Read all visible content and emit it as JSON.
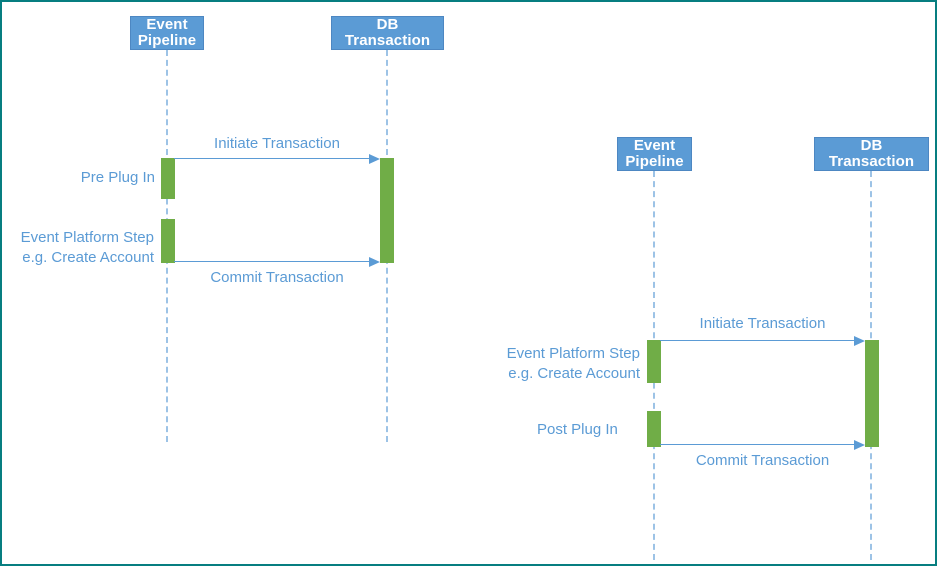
{
  "colors": {
    "accent_blue": "#5B9BD5",
    "lifeline_blue": "#9DC3E6",
    "activation_green": "#70AD47",
    "frame_teal": "#077E80",
    "actor_text": "#FFFFFF",
    "background": "#FFFFFF"
  },
  "diagrams": {
    "left": {
      "actors": {
        "event_pipeline": {
          "line1": "Event",
          "line2": "Pipeline"
        },
        "db_transaction": {
          "line1": "DB",
          "line2": "Transaction"
        }
      },
      "messages": {
        "initiate": "Initiate Transaction",
        "commit": "Commit Transaction"
      },
      "activations": {
        "pre_plugin": "Pre Plug In",
        "platform_step_line1": "Event Platform Step",
        "platform_step_line2": "e.g. Create Account"
      }
    },
    "right": {
      "actors": {
        "event_pipeline": {
          "line1": "Event",
          "line2": "Pipeline"
        },
        "db_transaction": {
          "line1": "DB",
          "line2": "Transaction"
        }
      },
      "messages": {
        "initiate": "Initiate Transaction",
        "commit": "Commit Transaction"
      },
      "activations": {
        "platform_step_line1": "Event Platform Step",
        "platform_step_line2": "e.g. Create Account",
        "post_plugin": "Post Plug In"
      }
    }
  }
}
